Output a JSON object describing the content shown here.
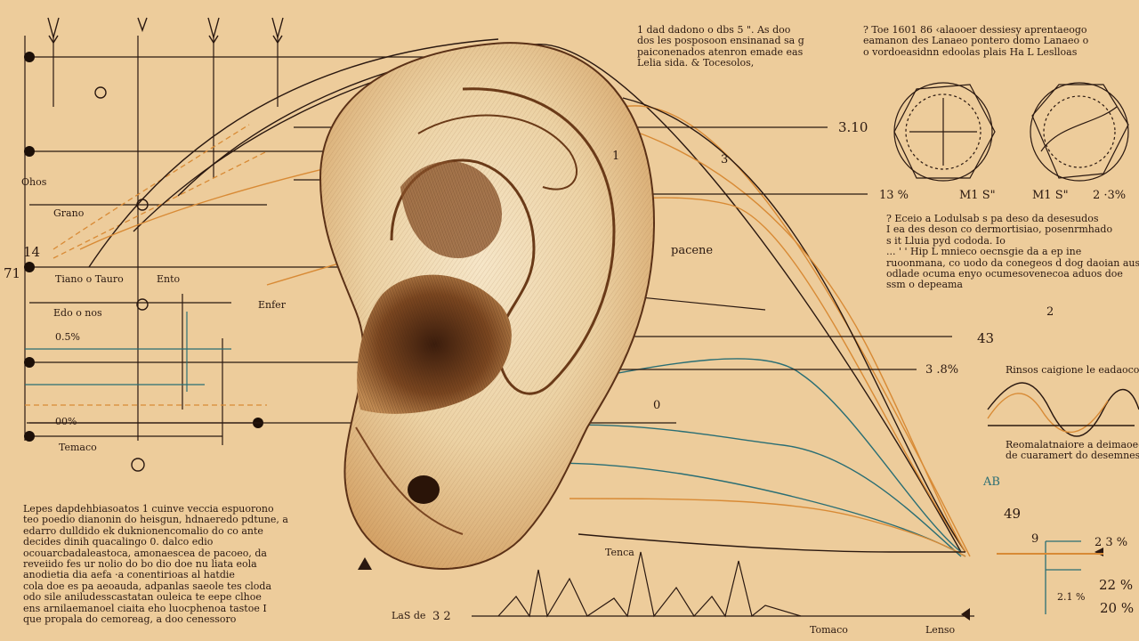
{
  "colors": {
    "background": "#edcc9b",
    "ink": "#2a1810",
    "teal": "#2a6e74",
    "orange": "#d88a35",
    "ear_light": "#f2dfbf",
    "ear_mid": "#d8ab72",
    "ear_dark": "#5a3016"
  },
  "icons": [
    "ear-illustration",
    "radial-diagram-icon",
    "waveform-icon",
    "arrow-marker-icon",
    "node-dot-icon"
  ],
  "labels": {
    "r310": "3.10",
    "pct13": "13 %",
    "m1a": "M1 S\"",
    "m1b": "M1 S\"",
    "r234": "2 ·3%",
    "r43": "43",
    "r38": "3 .8%",
    "r49": "49",
    "r23a": "2 3 %",
    "r22": "22 %",
    "r20": "20 %",
    "r21": "2.1 %",
    "l14": "14",
    "l71": "71",
    "l05": "0.5%",
    "l00": "00%",
    "bot_num": "3 2",
    "ab": "AB",
    "num2": "2",
    "num1": "1",
    "num0": "0",
    "num3": "3",
    "num9": "9",
    "ohos": "Ohos",
    "grano": "Grano",
    "tiano": "Tiano o Tauro",
    "ento": "Ento",
    "enfer": "Enfer",
    "edo": "Edo  o nos",
    "temaco": "Temaco",
    "pacene": "pacene",
    "tenca": "Tenca",
    "tomaco": "Tomaco"
  },
  "paragraphs": {
    "top_center": [
      "1 dad  dadono o dbs    5 \". As doo",
      "dos  les posposoon  ensinanad  sa  g",
      "paiconenados  atenron  emade eas",
      "  Lelia    sida.         &   Tocesolos,"
    ],
    "top_right": [
      "? Toe 1601 86     ‹alaooer dessiesy  aprentaeogo",
      "eamanon des   Lanaeo pontero    domo Lanaeo o",
      "o vordoeasidnn    edoolas plais  Ha  L  Leslloas"
    ],
    "mid_right": [
      "? Eceio   a Lodulsab s pa deso  da desesudos",
      "  I ea des deson co dermortisiao,  posenrmhado",
      "       s it Lluia  pyd cododa.  Io",
      "...  ' ' Hip    L  mnieco oecnsgie  da  a  ep ine",
      "ruoonmana,  co uodo  da conegeos d  dog  daoian aus",
      "odlade  ocuma   enyo  ocumesovenecoa  aduos doe",
      "               ssm              o  depeama"
    ],
    "bottom_left": [
      "Lepes  dapdehbiasoatos  1  cuinve veccia  espuorono",
      "teo  poedio dianonin do heisgun,  hdnaeredo  pdtune,  a",
      "edarro   dulldido  ek  duknionencomalio  do co ante",
      "decides  dinih  quacalingo 0.     dalco      edio",
      "ocouarcbadaleastoca,    amonaescea de   pacoeo, da",
      "reveiido  fes  ur  nolio  do  bo dio  doe   nu  liata  eola",
      "anodietia  dia  aefa  ·a  conentirioas  al hatdie",
      "cola  doe es pa aeoauda,  adpanlas saeole  tes  cloda",
      "odo  sile   aniludesscastatan ouleica   te  eepe  clhoe",
      "ens  arnilaemanoel  ciaita  eho  luocphenoa  tastoe  I",
      " que  propala do cemoreag,         a  doo  cenessoro"
    ],
    "right_a": [
      "Rinsos  caigione  le  eadaocoo  he"
    ],
    "right_b": [
      "Reomalatnaiore  a deimaoeo",
      "de  cuaramert  do desemnes."
    ],
    "misc_a": "Lenso",
    "misc_b": "LaS de"
  }
}
